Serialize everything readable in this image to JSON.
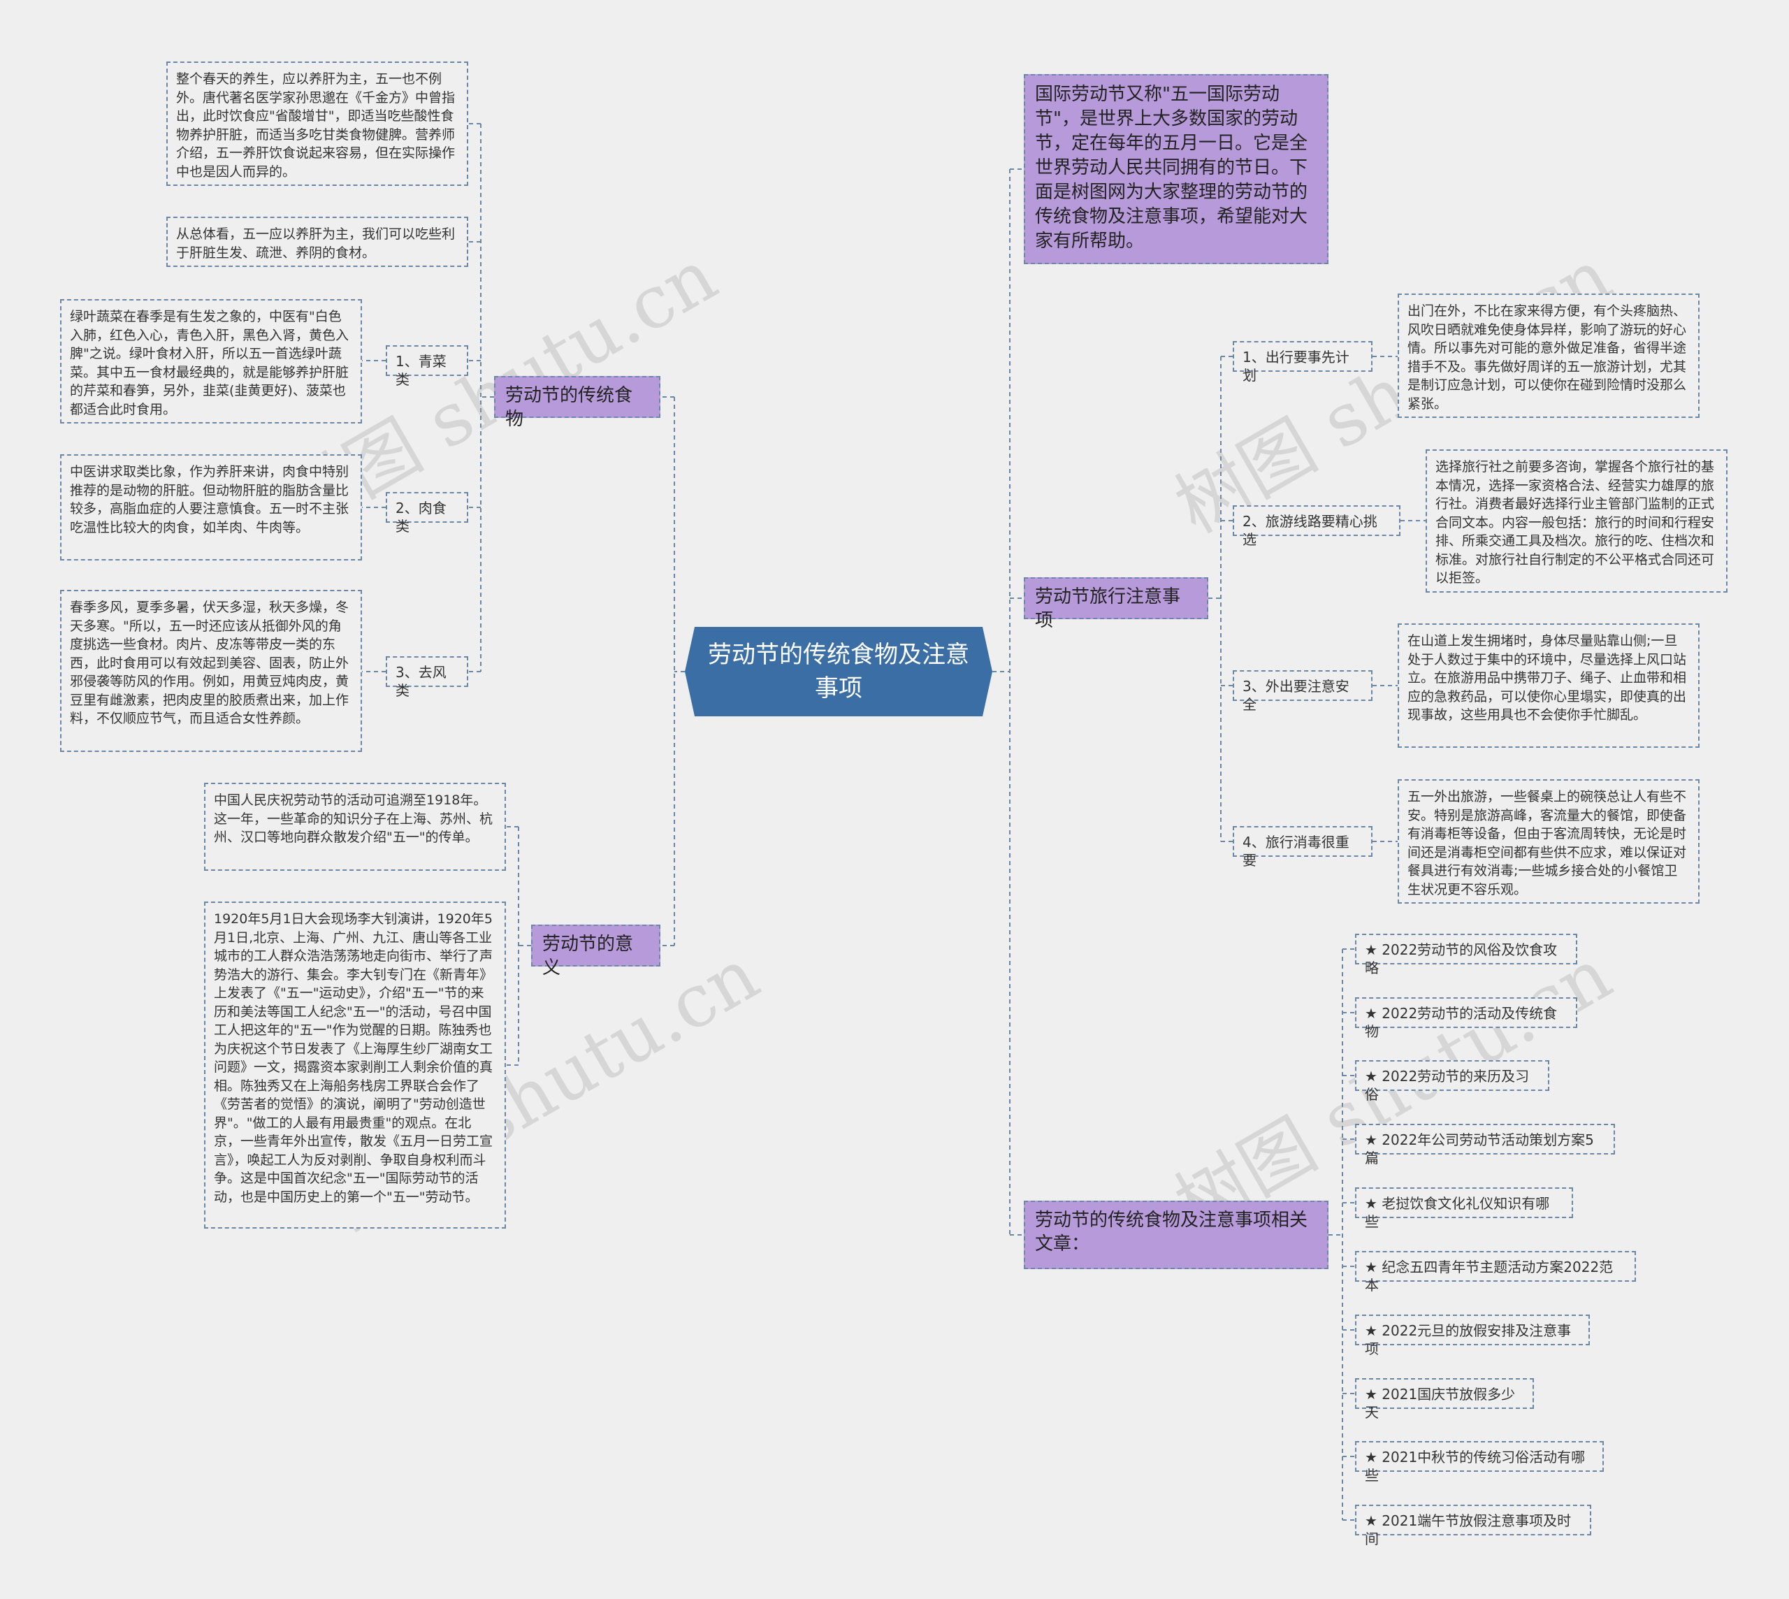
{
  "center": {
    "title": "劳动节的传统食物及注意事项"
  },
  "watermark": "树图 shutu.cn",
  "left": {
    "food": {
      "title": "劳动节的传统食物",
      "intro1": "整个春天的养生，应以养肝为主，五一也不例外。唐代著名医学家孙思邈在《千金方》中曾指出，此时饮食应\"省酸增甘\"，即适当吃些酸性食物养护肝脏，而适当多吃甘类食物健脾。营养师介绍，五一养肝饮食说起来容易，但在实际操作中也是因人而异的。",
      "intro2": "从总体看，五一应以养肝为主，我们可以吃些利于肝脏生发、疏泄、养阴的食材。",
      "items": [
        {
          "label": "1、青菜类",
          "text": "绿叶蔬菜在春季是有生发之象的，中医有\"白色入肺，红色入心，青色入肝，黑色入肾，黄色入脾\"之说。绿叶食材入肝，所以五一首选绿叶蔬菜。其中五一食材最经典的，就是能够养护肝脏的芹菜和春笋，另外，韭菜(韭黄更好)、菠菜也都适合此时食用。"
        },
        {
          "label": "2、肉食类",
          "text": "中医讲求取类比象，作为养肝来讲，肉食中特别推荐的是动物的肝脏。但动物肝脏的脂肪含量比较多，高脂血症的人要注意慎食。五一时不主张吃温性比较大的肉食，如羊肉、牛肉等。"
        },
        {
          "label": "3、去风类",
          "text": "春季多风，夏季多暑，伏天多湿，秋天多燥，冬天多寒。\"所以，五一时还应该从抵御外风的角度挑选一些食材。肉片、皮冻等带皮一类的东西，此时食用可以有效起到美容、固表，防止外邪侵袭等防风的作用。例如，用黄豆炖肉皮，黄豆里有雌激素，把肉皮里的胶质煮出来，加上作料，不仅顺应节气，而且适合女性养颜。"
        }
      ]
    },
    "meaning": {
      "title": "劳动节的意义",
      "text1": "中国人民庆祝劳动节的活动可追溯至1918年。这一年，一些革命的知识分子在上海、苏州、杭州、汉口等地向群众散发介绍\"五一\"的传单。",
      "text2": "1920年5月1日大会现场李大钊演讲，1920年5月1日,北京、上海、广州、九江、唐山等各工业城市的工人群众浩浩荡荡地走向街市、举行了声势浩大的游行、集会。李大钊专门在《新青年》上发表了《\"五一\"运动史》，介绍\"五一\"节的来历和美法等国工人纪念\"五一\"的活动，号召中国工人把这年的\"五一\"作为觉醒的日期。陈独秀也为庆祝这个节日发表了《上海厚生纱厂湖南女工问题》一文，揭露资本家剥削工人剩余价值的真相。陈独秀又在上海船务栈房工界联合会作了《劳苦者的觉悟》的演说，阐明了\"劳动创造世界\"。\"做工的人最有用最贵重\"的观点。在北京，一些青年外出宣传，散发《五月一日劳工宣言》，唤起工人为反对剥削、争取自身权利而斗争。这是中国首次纪念\"五一\"国际劳动节的活动，也是中国历史上的第一个\"五一\"劳动节。"
    }
  },
  "right": {
    "intro": "国际劳动节又称\"五一国际劳动节\"，是世界上大多数国家的劳动节，定在每年的五月一日。它是全世界劳动人民共同拥有的节日。下面是树图网为大家整理的劳动节的传统食物及注意事项，希望能对大家有所帮助。",
    "travel": {
      "title": "劳动节旅行注意事项",
      "items": [
        {
          "label": "1、出行要事先计划",
          "text": "出门在外，不比在家来得方便，有个头疼脑热、风吹日晒就难免使身体异样，影响了游玩的好心情。所以事先对可能的意外做足准备，省得半途措手不及。事先做好周详的五一旅游计划，尤其是制订应急计划，可以使你在碰到险情时没那么紧张。"
        },
        {
          "label": "2、旅游线路要精心挑选",
          "text": "选择旅行社之前要多咨询，掌握各个旅行社的基本情况，选择一家资格合法、经营实力雄厚的旅行社。消费者最好选择行业主管部门监制的正式合同文本。内容一般包括：旅行的时间和行程安排、所乘交通工具及档次。旅行的吃、住档次和标准。对旅行社自行制定的不公平格式合同还可以拒签。"
        },
        {
          "label": "3、外出要注意安全",
          "text": "在山道上发生拥堵时，身体尽量贴靠山侧;一旦处于人数过于集中的环境中，尽量选择上风口站立。在旅游用品中携带刀子、绳子、止血带和相应的急救药品，可以使你心里塌实，即使真的出现事故，这些用具也不会使你手忙脚乱。"
        },
        {
          "label": "4、旅行消毒很重要",
          "text": "五一外出旅游，一些餐桌上的碗筷总让人有些不安。特别是旅游高峰，客流量大的餐馆，即使备有消毒柜等设备，但由于客流周转快，无论是时间还是消毒柜空间都有些供不应求，难以保证对餐具进行有效消毒;一些城乡接合处的小餐馆卫生状况更不容乐观。"
        }
      ]
    },
    "related": {
      "title": "劳动节的传统食物及注意事项相关文章：",
      "items": [
        "★ 2022劳动节的风俗及饮食攻略",
        "★ 2022劳动节的活动及传统食物",
        "★ 2022劳动节的来历及习俗",
        "★ 2022年公司劳动节活动策划方案5篇",
        "★ 老挝饮食文化礼仪知识有哪些",
        "★ 纪念五四青年节主题活动方案2022范本",
        "★ 2022元旦的放假安排及注意事项",
        "★ 2021国庆节放假多少天",
        "★ 2021中秋节的传统习俗活动有哪些",
        "★ 2021端午节放假注意事项及时间"
      ]
    }
  }
}
